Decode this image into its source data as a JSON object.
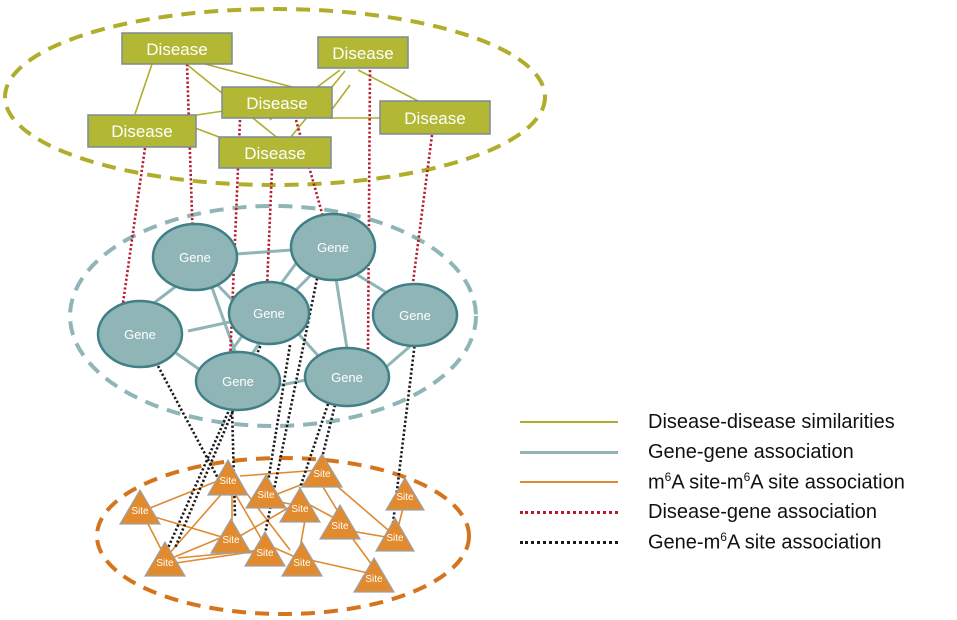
{
  "colors": {
    "disease_fill": "#b3b834",
    "disease_stroke": "#7d8a9a",
    "disease_layer": "#b0ad2a",
    "gene_fill": "#8fb5b7",
    "gene_stroke": "#3f7f85",
    "gene_layer": "#8fb5b7",
    "site_fill": "#e18a2e",
    "site_stroke": "#9aa3ad",
    "site_layer": "#d6741d",
    "disease_gene_link": "#b51d2e",
    "gene_site_link": "#1a1a1a"
  },
  "nodes": {
    "disease_label": "Disease",
    "gene_label": "Gene",
    "site_label": "Site"
  },
  "legend": [
    {
      "id": "dd",
      "style": "solid",
      "color": "#b0ad2a",
      "label": "Disease-disease similarities"
    },
    {
      "id": "gg",
      "style": "solid",
      "color": "#8fb5b7",
      "label": "Gene-gene association"
    },
    {
      "id": "ss",
      "style": "solid",
      "color": "#e08a30",
      "label_parts": [
        "m",
        "6",
        "A site-m",
        "6",
        "A site association"
      ]
    },
    {
      "id": "dg",
      "style": "dotted",
      "color": "#b51d2e",
      "label": "Disease-gene association"
    },
    {
      "id": "gs",
      "style": "dotted",
      "color": "#1a1a1a",
      "label_parts": [
        "Gene-m",
        "6",
        "A site association"
      ]
    }
  ]
}
